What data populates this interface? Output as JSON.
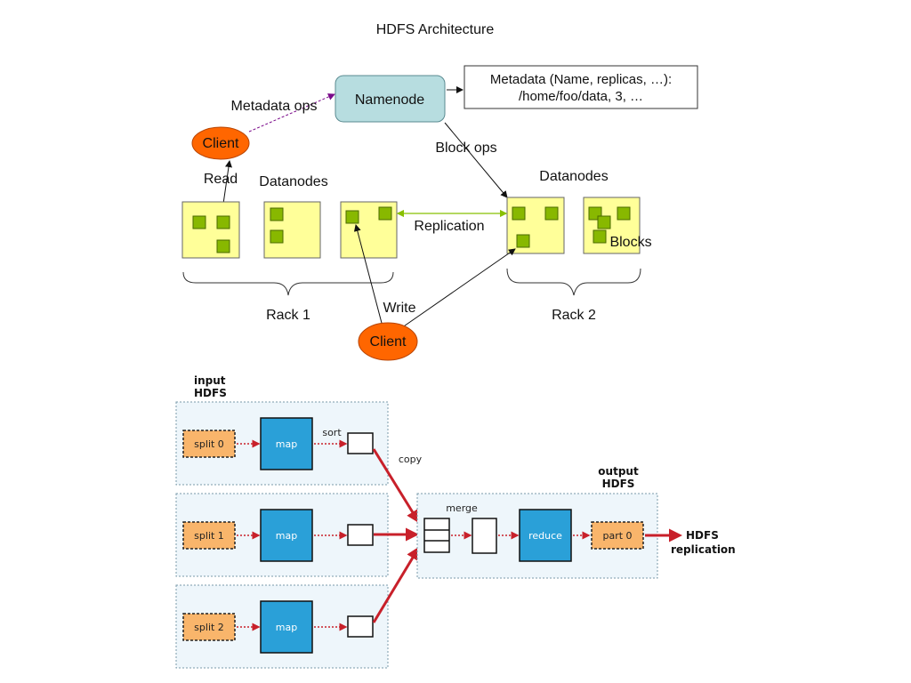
{
  "hdfs": {
    "title": "HDFS Architecture",
    "namenode": "Namenode",
    "metadata_line1": "Metadata (Name, replicas, …):",
    "metadata_line2": "/home/foo/data, 3, …",
    "metadata_ops": "Metadata ops",
    "block_ops": "Block ops",
    "client_top": "Client",
    "client_bottom": "Client",
    "read": "Read",
    "write": "Write",
    "datanodes_left": "Datanodes",
    "datanodes_right": "Datanodes",
    "replication": "Replication",
    "blocks": "Blocks",
    "rack1": "Rack 1",
    "rack2": "Rack 2",
    "colors": {
      "namenode_fill": "#b7dde0",
      "client_fill": "#ff6600",
      "datanode_fill": "#ffff99",
      "block_fill": "#88b800"
    }
  },
  "mapreduce": {
    "input_line1": "input",
    "input_line2": "HDFS",
    "output_line1": "output",
    "output_line2": "HDFS",
    "splits": [
      "split 0",
      "split 1",
      "split 2"
    ],
    "map_label": "map",
    "sort": "sort",
    "copy": "copy",
    "merge": "merge",
    "reduce": "reduce",
    "part": "part 0",
    "hdfs_out_line1": "HDFS",
    "hdfs_out_line2": "replication",
    "colors": {
      "split_fill": "#f9b56b",
      "map_fill": "#2aa0d8",
      "arrow": "#c8202a",
      "panel_fill": "#eef6fb"
    }
  }
}
